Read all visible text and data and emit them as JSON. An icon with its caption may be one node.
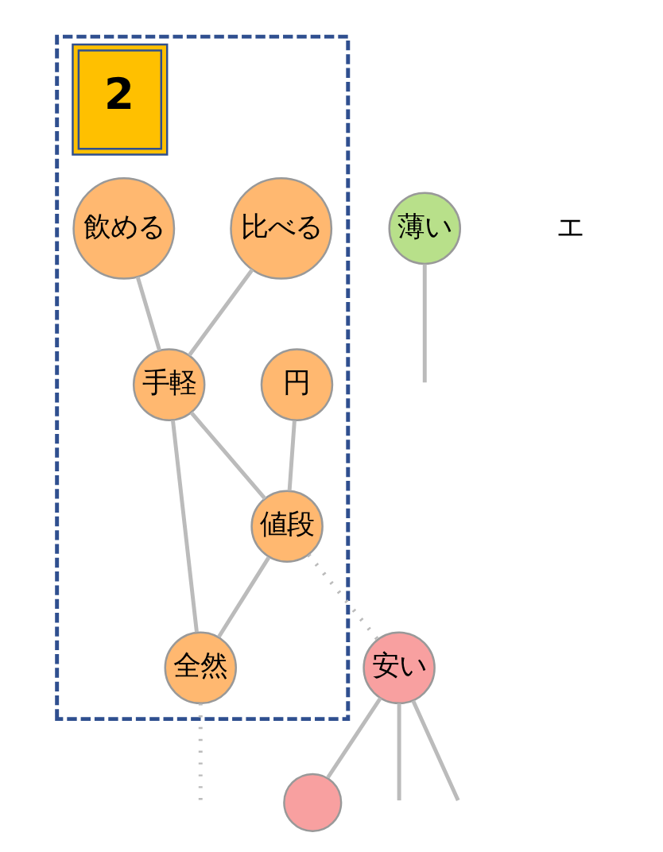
{
  "diagram": {
    "nodes": [
      {
        "text": [
          "2"
        ]
      },
      {
        "text": [
          "比べる"
        ],
        "in": 0
      },
      {
        "text": [
          "飲める"
        ],
        "in": 0
      },
      {
        "text": [
          "手軽"
        ],
        "in": 0
      },
      {
        "text": [
          "円"
        ],
        "in": 0
      },
      {
        "text": [
          "値段"
        ],
        "in": 0
      },
      {
        "text": [
          "全然"
        ],
        "in": 0
      },
      {
        "text": [
          "薄い"
        ]
      },
      {
        "text": [
          "安い"
        ]
      },
      {
        "text": [],
        "shape": "circle"
      }
    ],
    "edges": [
      {
        "from": 1,
        "to": 3,
        "arrow": "none"
      },
      {
        "from": 2,
        "to": 3,
        "arrow": "none"
      },
      {
        "from": 3,
        "to": 5,
        "arrow": "none"
      },
      {
        "from": 3,
        "to": 6,
        "arrow": "none"
      },
      {
        "from": 4,
        "to": 5,
        "arrow": "none"
      },
      {
        "from": 5,
        "to": 6,
        "arrow": "none"
      },
      {
        "from": 5,
        "to": 8,
        "arrow": "none",
        "style": "dashed"
      },
      {
        "from": 6,
        "to": null,
        "arrow": "none",
        "style": "dashed"
      },
      {
        "from": 7,
        "to": null,
        "arrow": "none"
      },
      {
        "from": 8,
        "to": 9,
        "arrow": "none"
      },
      {
        "from": 8,
        "to": null,
        "arrow": "none"
      },
      {
        "from": 8,
        "to": null,
        "arrow": "none"
      }
    ],
    "labels": [
      "エ"
    ]
  }
}
